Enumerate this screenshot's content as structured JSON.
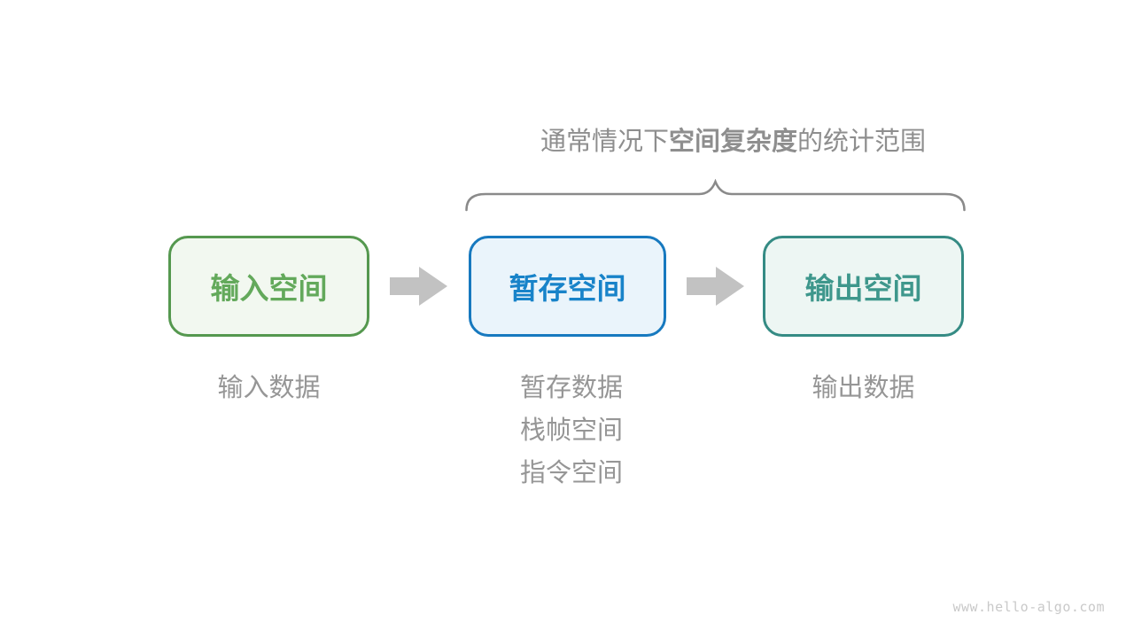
{
  "title": {
    "prefix": "通常情况下",
    "emphasis": "空间复杂度",
    "suffix": "的统计范围"
  },
  "boxes": [
    {
      "label": "输入空间",
      "border_color": "#55984F",
      "fill_color": "#F2F8F0",
      "text_color": "#63A95B"
    },
    {
      "label": "暂存空间",
      "border_color": "#1779BF",
      "fill_color": "#EAF4FB",
      "text_color": "#1883C9"
    },
    {
      "label": "输出空间",
      "border_color": "#358B84",
      "fill_color": "#EDF6F3",
      "text_color": "#3E978C"
    }
  ],
  "captions": {
    "input": "输入数据",
    "temp": [
      "暂存数据",
      "栈帧空间",
      "指令空间"
    ],
    "output": "输出数据"
  },
  "colors": {
    "title_text": "#8E8E8E",
    "caption_text": "#969696",
    "brace": "#8A8A8A",
    "arrow": "#C2C2C2",
    "watermark": "#C9C9C9"
  },
  "watermark": "www.hello-algo.com"
}
